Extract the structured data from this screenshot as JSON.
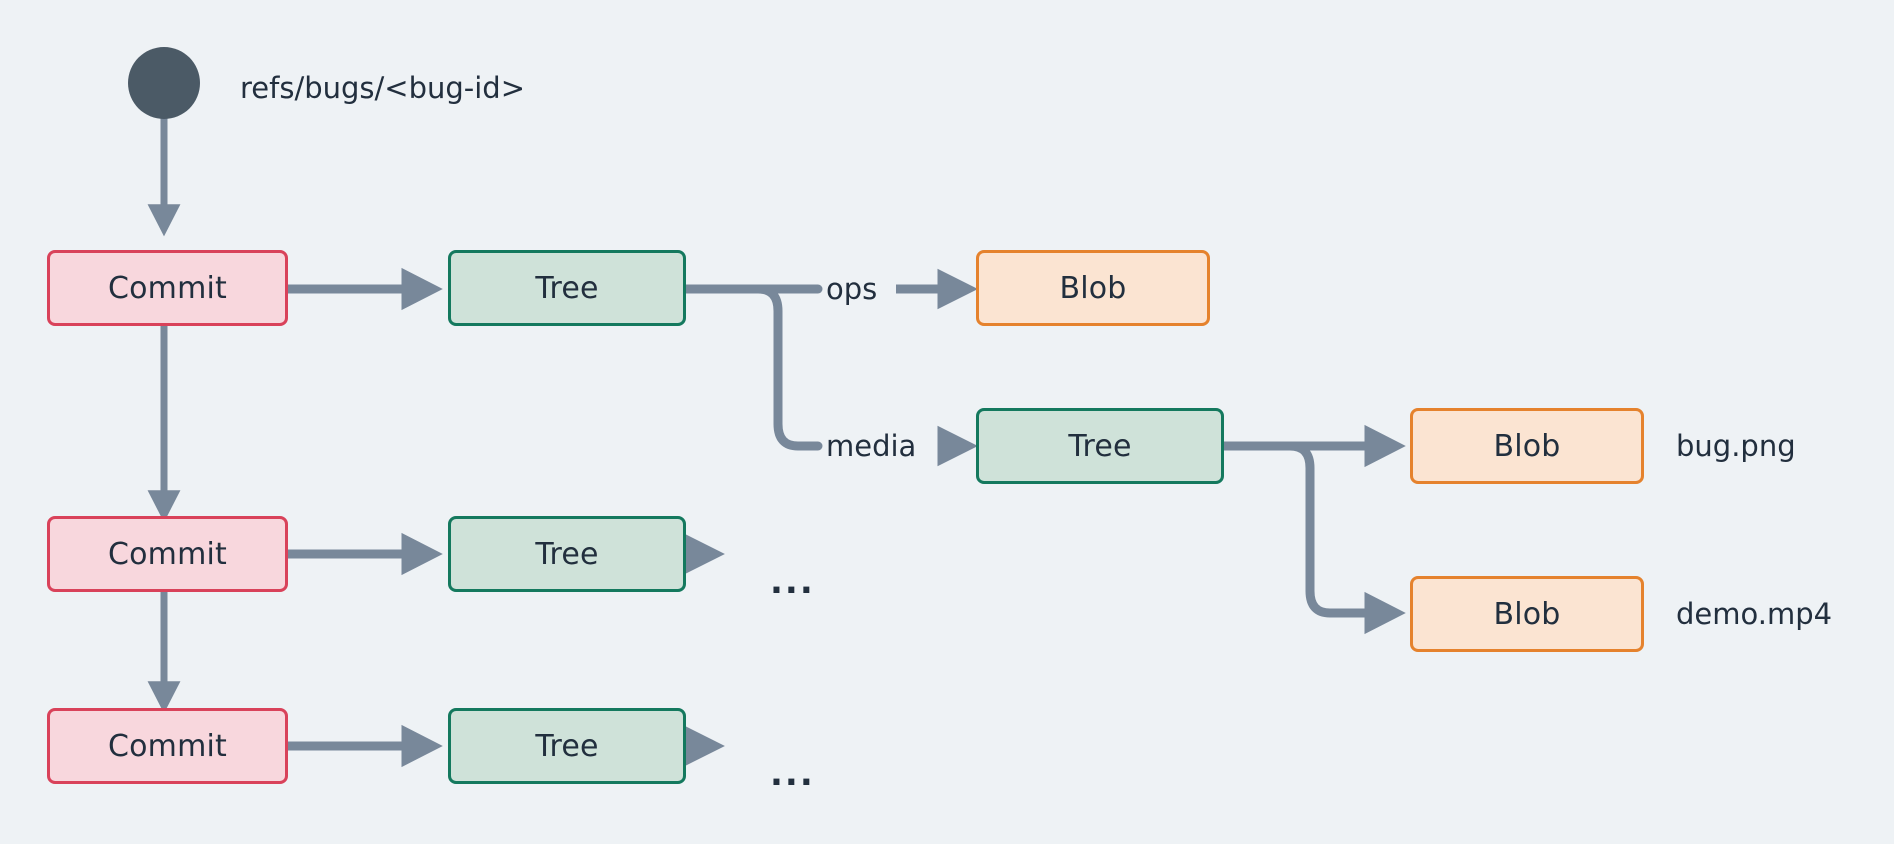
{
  "diagram": {
    "title_label": "refs/bugs/<bug-id>",
    "background_color": "#eef2f5",
    "edge_color": "#78889a",
    "text_color": "#222f3e",
    "root_ref": {
      "name": "ref-pointer",
      "shape": "circle",
      "color": "#4b5a66",
      "label": "refs/bugs/<bug-id>"
    },
    "node_styles": {
      "commit": {
        "fill": "#f8d7dd",
        "stroke": "#d9425a"
      },
      "tree": {
        "fill": "#cfe2d9",
        "stroke": "#14795e"
      },
      "blob": {
        "fill": "#fbe4d2",
        "stroke": "#e5822d"
      }
    },
    "nodes": [
      {
        "id": "commit1",
        "type": "commit",
        "label": "Commit"
      },
      {
        "id": "commit2",
        "type": "commit",
        "label": "Commit"
      },
      {
        "id": "commit3",
        "type": "commit",
        "label": "Commit"
      },
      {
        "id": "tree1",
        "type": "tree",
        "label": "Tree"
      },
      {
        "id": "tree2",
        "type": "tree",
        "label": "Tree"
      },
      {
        "id": "tree3",
        "type": "tree",
        "label": "Tree"
      },
      {
        "id": "tree_media",
        "type": "tree",
        "label": "Tree"
      },
      {
        "id": "blob_ops",
        "type": "blob",
        "label": "Blob"
      },
      {
        "id": "blob_bug_png",
        "type": "blob",
        "label": "Blob"
      },
      {
        "id": "blob_demo_mp4",
        "type": "blob",
        "label": "Blob"
      }
    ],
    "edge_labels": [
      {
        "id": "label-ops",
        "text": "ops"
      },
      {
        "id": "label-media",
        "text": "media"
      }
    ],
    "file_labels": [
      {
        "id": "file-bug-png",
        "text": "bug.png"
      },
      {
        "id": "file-demo-mp4",
        "text": "demo.mp4"
      }
    ],
    "ellipses": [
      {
        "id": "ellipsis-tree2",
        "text": "..."
      },
      {
        "id": "ellipsis-tree3",
        "text": "..."
      }
    ]
  }
}
